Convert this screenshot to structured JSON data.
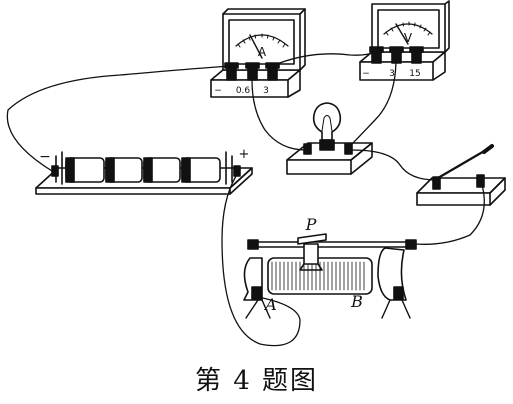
{
  "caption": "第 4 题图",
  "ammeter": {
    "symbol": "A",
    "terminals": [
      "−",
      "0.6",
      "3"
    ]
  },
  "voltmeter": {
    "symbol": "V",
    "terminals": [
      "−",
      "3",
      "15"
    ]
  },
  "battery": {
    "neg": "−",
    "pos": "+"
  },
  "rheostat": {
    "slider": "P",
    "end_a": "A",
    "end_b": "B"
  },
  "colors": {
    "ink": "#111111",
    "paper": "#ffffff"
  }
}
